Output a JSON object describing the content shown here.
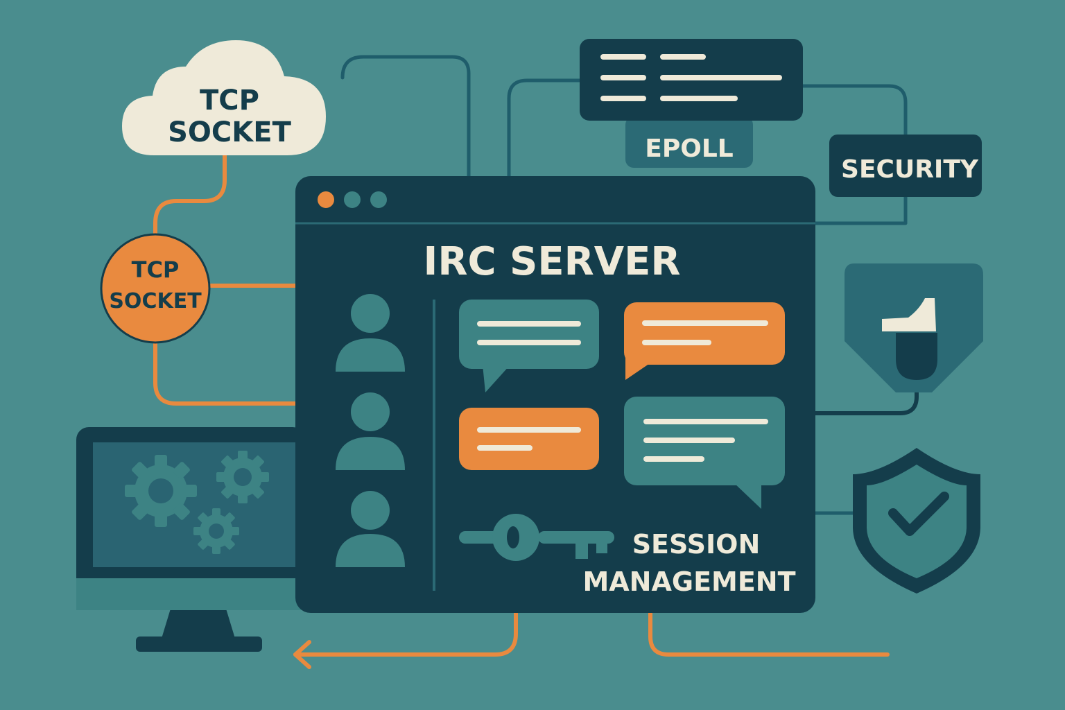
{
  "cloud": {
    "line1": "TCP",
    "line2": "SOCKET"
  },
  "socket_circle": {
    "line1": "TCP",
    "line2": "SOCKET"
  },
  "epoll": {
    "label": "EPOLL"
  },
  "security": {
    "label": "SECURITY"
  },
  "window": {
    "title": "IRC SERVER"
  },
  "session": {
    "line1": "SESSION",
    "line2": "MANAGEMENT"
  },
  "colors": {
    "background": "#4a8d8e",
    "dark": "#143d4b",
    "teal": "#3d8384",
    "orange": "#e98a3f",
    "cream": "#efead9"
  }
}
